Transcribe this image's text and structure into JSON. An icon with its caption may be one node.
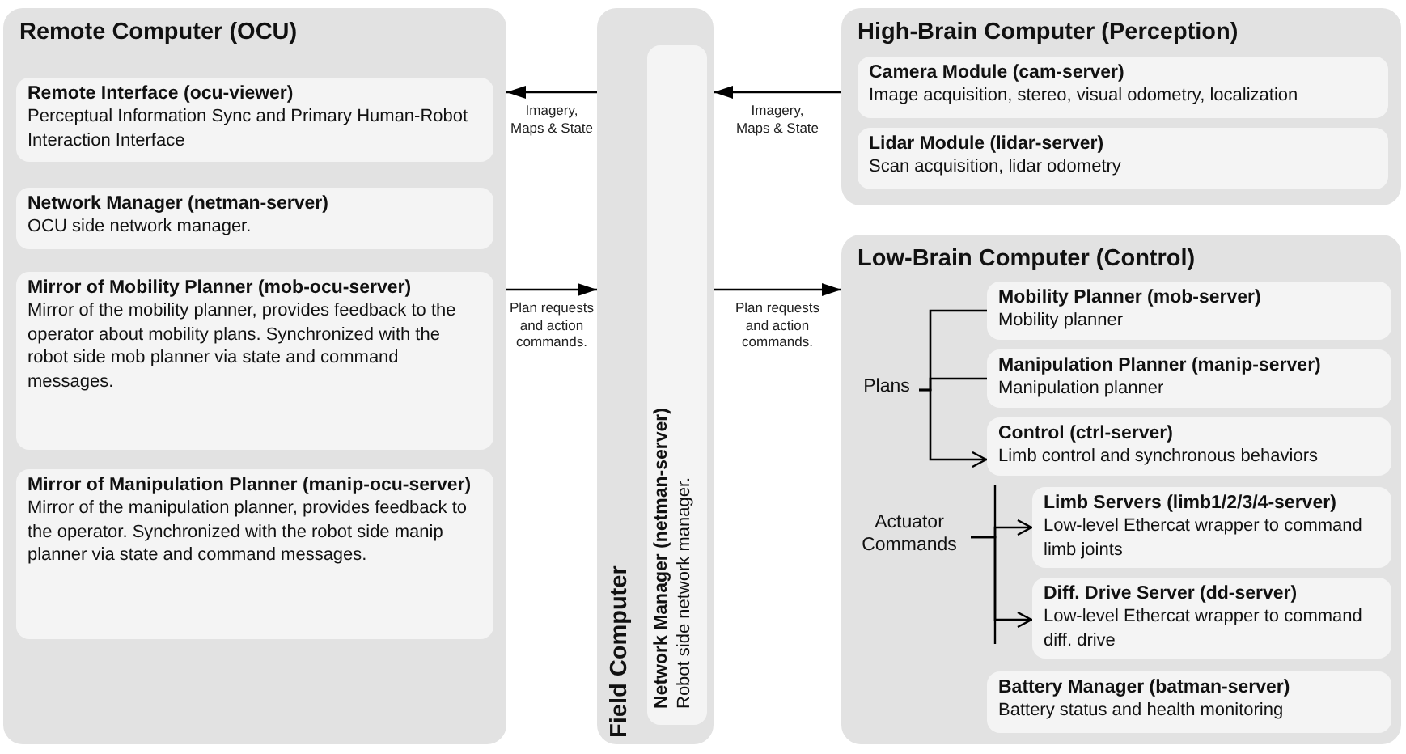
{
  "diagram": {
    "nodes": [
      {
        "text": [
          "Remote Computer (OCU)"
        ]
      },
      {
        "text": [
          "Remote Interface (ocu-viewer)",
          "Perceptual Information Sync and Primary Human-Robot Interaction Interface"
        ],
        "in": 0
      },
      {
        "text": [
          "Network Manager (netman-server)",
          "OCU side network manager."
        ],
        "in": 0
      },
      {
        "text": [
          "Mirror of Mobility Planner (mob-ocu-server)",
          "Mirror of the mobility planner, provides feedback to the operator about mobility plans. Synchronized with the robot side mob planner via state and command messages."
        ],
        "in": 0
      },
      {
        "text": [
          "Mirror of Manipulation Planner (manip-ocu-server)",
          "Mirror of the manipulation planner, provides feedback to the operator. Synchronized with the robot side manip planner via state and command messages."
        ],
        "in": 0
      },
      {
        "text": [
          "Field Computer"
        ]
      },
      {
        "text": [
          "Network Manager (netman-server)",
          "Robot side network manager."
        ],
        "in": 5
      },
      {
        "text": [
          "High-Brain Computer (Perception)"
        ]
      },
      {
        "text": [
          "Camera Module (cam-server)",
          "Image acquisition, stereo, visual odometry, localization"
        ],
        "in": 7
      },
      {
        "text": [
          "Lidar Module (lidar-server)",
          "Scan acquisition, lidar odometry"
        ],
        "in": 7
      },
      {
        "text": [
          "Low-Brain Computer (Control)"
        ]
      },
      {
        "text": [
          "Mobility Planner (mob-server)",
          "Mobility planner"
        ],
        "in": 10
      },
      {
        "text": [
          "Manipulation Planner (manip-server)",
          "Manipulation planner"
        ],
        "in": 10
      },
      {
        "text": [
          "Control  (ctrl-server)",
          "Limb control and synchronous behaviors"
        ],
        "in": 10
      },
      {
        "text": [
          "Limb Servers (limb1/2/3/4-server)",
          "Low-level Ethercat wrapper to command limb joints"
        ],
        "in": 10
      },
      {
        "text": [
          "Diff. Drive Server (dd-server)",
          "Low-level Ethercat wrapper to command diff. drive"
        ],
        "in": 10
      },
      {
        "text": [
          "Battery Manager (batman-server)",
          "Battery status and health monitoring"
        ],
        "in": 10
      },
      {
        "text": [
          "Plans"
        ],
        "in": 10
      },
      {
        "text": [
          "Actuator Commands"
        ],
        "in": 10
      }
    ],
    "edges": [
      {
        "from": 7,
        "to": 5,
        "arrow": "to",
        "label": "Imagery, Maps & State"
      },
      {
        "from": 5,
        "to": 0,
        "arrow": "to",
        "label": "Imagery, Maps & State"
      },
      {
        "from": 0,
        "to": 5,
        "arrow": "to",
        "label": "Plan requests and action commands."
      },
      {
        "from": 5,
        "to": 10,
        "arrow": "to",
        "label": "Plan requests and action commands."
      },
      {
        "from": 17,
        "to": 11,
        "arrow": "none"
      },
      {
        "from": 17,
        "to": 12,
        "arrow": "none"
      },
      {
        "from": 17,
        "to": 13,
        "arrow": "to"
      },
      {
        "from": 18,
        "to": 14,
        "arrow": "to"
      },
      {
        "from": 18,
        "to": 15,
        "arrow": "to"
      }
    ]
  }
}
